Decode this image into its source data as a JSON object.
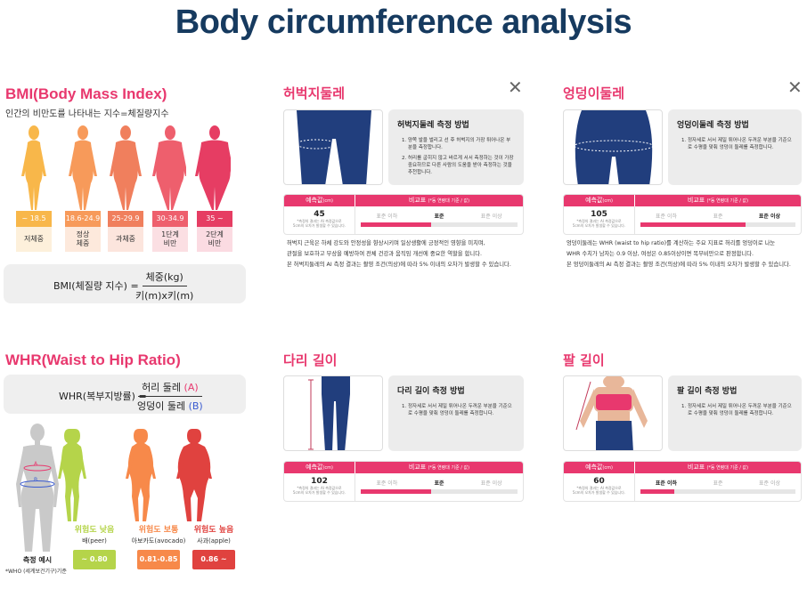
{
  "title": "Body circumference analysis",
  "bmi": {
    "heading": "BMI(Body Mass Index)",
    "subtitle": "인간의 비만도를 나타내는 지수=체질량지수",
    "categories": [
      {
        "range": "~ 18.5",
        "label": "저체중",
        "color": "#f8b74a",
        "bg": "#fdf0db"
      },
      {
        "range": "18.6-24.9",
        "label": "정상\n체중",
        "color": "#f79a5a",
        "bg": "#fde9dc"
      },
      {
        "range": "25-29.9",
        "label": "과체중",
        "color": "#f07f5d",
        "bg": "#fce5dd"
      },
      {
        "range": "30-34.9",
        "label": "1단계\n비만",
        "color": "#ee5f6d",
        "bg": "#fbdfe3"
      },
      {
        "range": "35 ~",
        "label": "2단계\n비만",
        "color": "#e63d63",
        "bg": "#fbdbe2"
      }
    ],
    "formula_left": "BMI(체질량 지수) =",
    "formula_num": "체중(kg)",
    "formula_den": "키(m)x키(m)"
  },
  "whr": {
    "heading": "WHR(Waist to Hip Ratio)",
    "formula_left": "WHR(복부지방률) =",
    "formula_num_text": "허리 둘레 ",
    "formula_num_tag": "(A)",
    "formula_den_text": "엉덩이 둘레 ",
    "formula_den_tag": "(B)",
    "example_label": "측정 예시",
    "who_note": "*WHO (세계보건기구)기준",
    "mark_a": "A",
    "mark_b": "B",
    "levels": [
      {
        "risk": "위험도 낮음",
        "fruit": "배(peer)",
        "value": "~ 0.80",
        "color": "#b5d44a"
      },
      {
        "risk": "위험도 보통",
        "fruit": "아보카도(avocado)",
        "value": "0.81-0.85",
        "color": "#f7894a"
      },
      {
        "risk": "위험도 높음",
        "fruit": "사과(apple)",
        "value": "0.86 ~",
        "color": "#e0423f"
      }
    ]
  },
  "common": {
    "pred_header": "예측값",
    "pred_unit": "(cm)",
    "compare_header": "비교표",
    "compare_note": "(*동 연령대 기준 / 값)",
    "level_low": "표준 이하",
    "level_mid": "표준",
    "level_high": "표준 이상",
    "tiny_note_1": "*측정의 결과는 AI 측정값으로",
    "tiny_note_2": "5cm의 오차가 발생할 수 있습니다."
  },
  "cards": {
    "thigh": {
      "title": "허벅지둘레",
      "method_title": "허벅지둘레 측정 방법",
      "steps": [
        "양쪽 발을 벌리고 선 후 허벅지의 가장 튀어나온 부분을 측정합니다.",
        "허리를 굽히지 않고 바르게 서서 측정하는 것이 가장 중요하므로 다른 사람의 도움을 받아 측정하는 것을 추천합니다."
      ],
      "value": "45",
      "active_level": "mid",
      "fill": 0.45,
      "desc": [
        "허벅지 근육은 하체 강도와 안정성을 향상시키며 일상생활에 긍정적인 영향을 미치며,",
        "관절을 보호하고 부상을 예방하여 전체 건강과 움직임 개선에 중요한 역할을 합니다.",
        "본 허벅지둘레의 AI 측정 결과는 촬영 조건(의상)에 따라 5% 이내의 오차가 발생할 수 있습니다."
      ]
    },
    "hip": {
      "title": "엉덩이둘레",
      "method_title": "엉덩이둘레 측정 방법",
      "steps": [
        "정자세로 서서 제일 튀어나온 두꺼운 부분을 기준으로 수평을 맞춰 엉덩이 둘레를 측정합니다."
      ],
      "value": "105",
      "active_level": "high",
      "fill": 0.68,
      "desc": [
        "엉덩이둘레는 WHR (waist to hip ratio)를 계산하는 주요 지표로 허리를 엉덩이로 나눈",
        "WHR 수치가 남자는 0.9 이상, 여성은 0.85이상이면 복부비만으로 판정합니다.",
        "본 엉덩이둘레의 AI 측정 결과는 촬영 조건(의상)에 따라 5% 이내의 오차가 발생할 수 있습니다."
      ]
    },
    "leg": {
      "title": "다리 길이",
      "method_title": "다리 길이 측정 방법",
      "steps": [
        "정자세로 서서 제일 튀어나온 두꺼운 부분을 기준으로 수평을 맞춰 엉덩이 둘레를 측정합니다."
      ],
      "value": "102",
      "active_level": "mid",
      "fill": 0.45
    },
    "arm": {
      "title": "팔 길이",
      "method_title": "팔 길이 측정 방법",
      "steps": [
        "정자세로 서서 제일 튀어나온 두꺼운 부분을 기준으로 수평을 맞춰 엉덩이 둘레를 측정합니다."
      ],
      "value": "60",
      "active_level": "low",
      "fill": 0.22
    }
  },
  "icons": {
    "close": "close-icon"
  }
}
